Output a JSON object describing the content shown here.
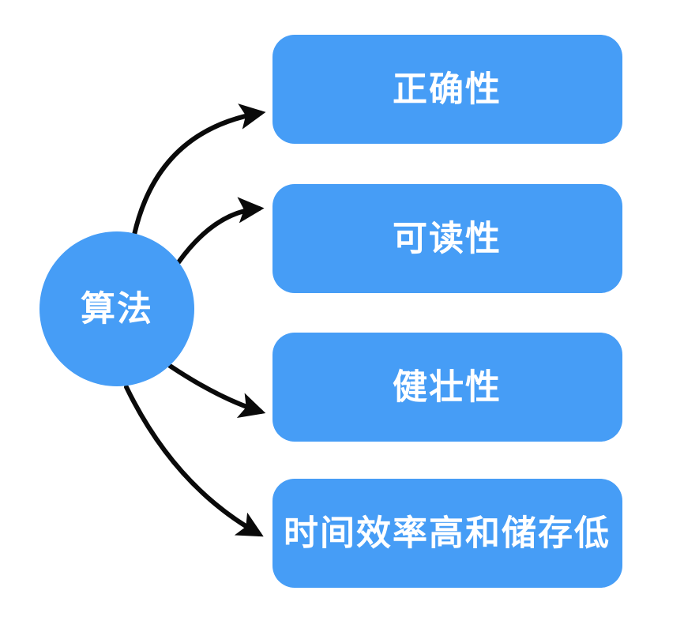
{
  "diagram": {
    "background_color": "#ffffff",
    "node_fill_color": "#469df6",
    "node_text_color": "#ffffff",
    "arrow_color": "#0a0a0a",
    "center_node": {
      "label": "算法"
    },
    "branches": [
      {
        "label": "正确性"
      },
      {
        "label": "可读性"
      },
      {
        "label": "健壮性"
      },
      {
        "label": "时间效率高和储存低"
      }
    ]
  }
}
